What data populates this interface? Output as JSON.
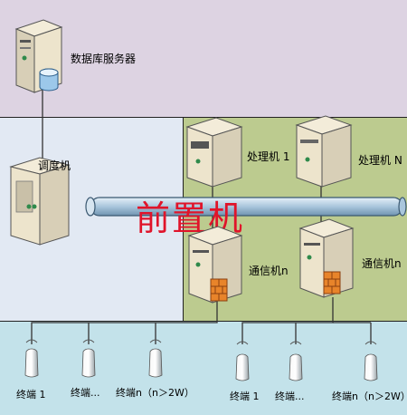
{
  "colors": {
    "db_zone": "#ddd3e2",
    "front_zone": "#e2e9f3",
    "process_zone": "#bccb8f",
    "terminal_zone": "#c3e2ea",
    "bus": "#a9c6dc",
    "title_red": "#e0142a"
  },
  "labels": {
    "db_server": "数据库服务器",
    "dispatcher": "调度机",
    "processor_1": "处理机 1",
    "processor_n": "处理机 N",
    "comm_n_left": "通信机n",
    "comm_n_right": "通信机n",
    "front_machine": "前置机"
  },
  "terminals": {
    "left": [
      "终端 1",
      "终端...",
      "终端n（n＞2W）"
    ],
    "right": [
      "终端 1",
      "终端...",
      "终端n（n＞2W）"
    ]
  },
  "icons": [
    "server-icon",
    "database-icon",
    "firewall-icon",
    "antenna-icon"
  ]
}
